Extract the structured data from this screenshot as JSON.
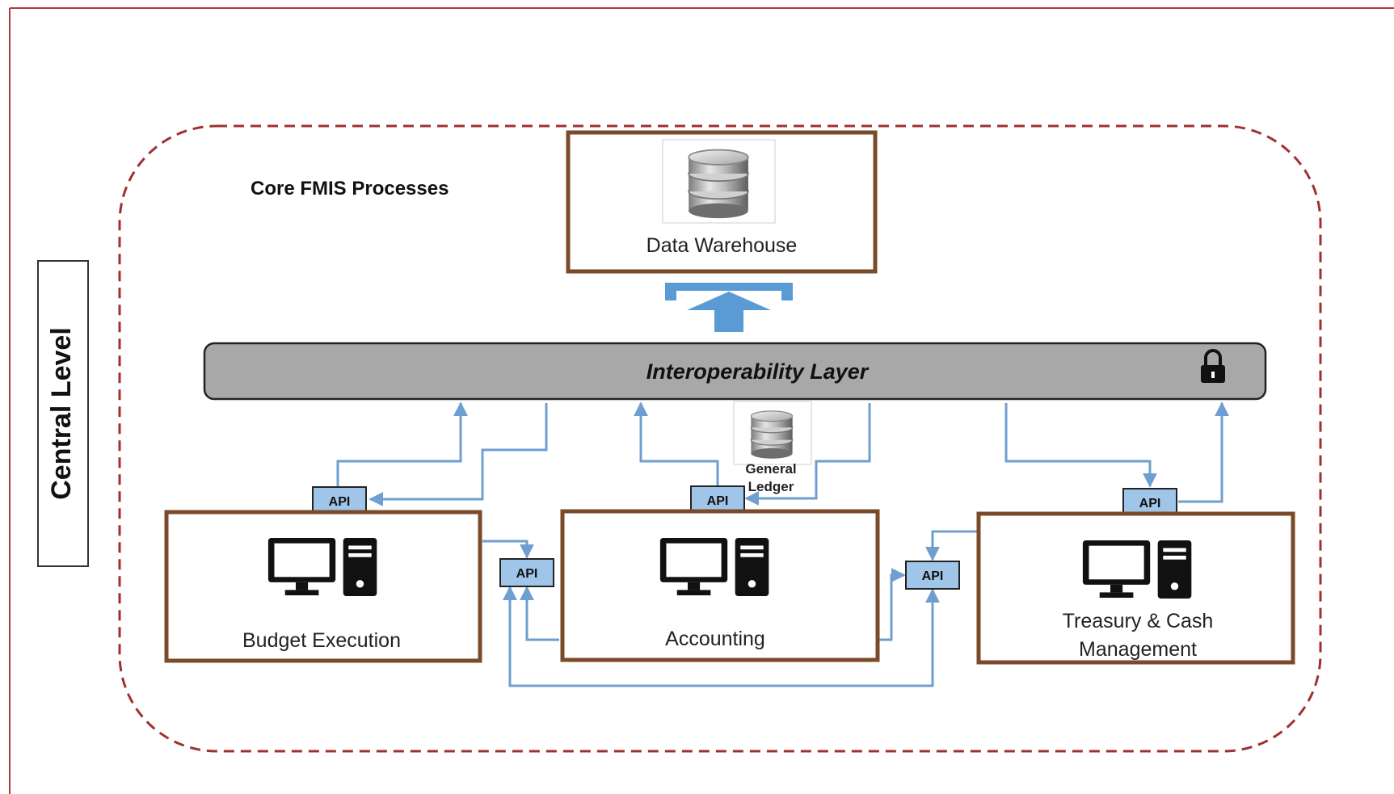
{
  "diagram": {
    "side_label": "Central Level",
    "group_title": "Core FMIS Processes",
    "top_box": {
      "label": "Data Warehouse",
      "icon": "database-icon"
    },
    "layer": {
      "label": "Interoperability Layer",
      "lock_icon": "lock-icon"
    },
    "ledger": {
      "line1": "General",
      "line2": "Ledger",
      "icon": "database-icon"
    },
    "modules": [
      {
        "label": "Budget Execution",
        "icon": "desktop-computer-icon"
      },
      {
        "label": "Accounting",
        "icon": "desktop-computer-icon"
      },
      {
        "label_line1": "Treasury & Cash",
        "label_line2": "Management",
        "icon": "desktop-computer-icon"
      }
    ],
    "api_label": "API",
    "colors": {
      "outer_border": "#b03a3a",
      "dashed_group": "#a03030",
      "module_border": "#7a4a2a",
      "layer_fill": "#a8a8a8",
      "api_fill": "#9fc5e8",
      "connector": "#6f9fd0",
      "upload_arrow": "#5b9bd5"
    }
  }
}
